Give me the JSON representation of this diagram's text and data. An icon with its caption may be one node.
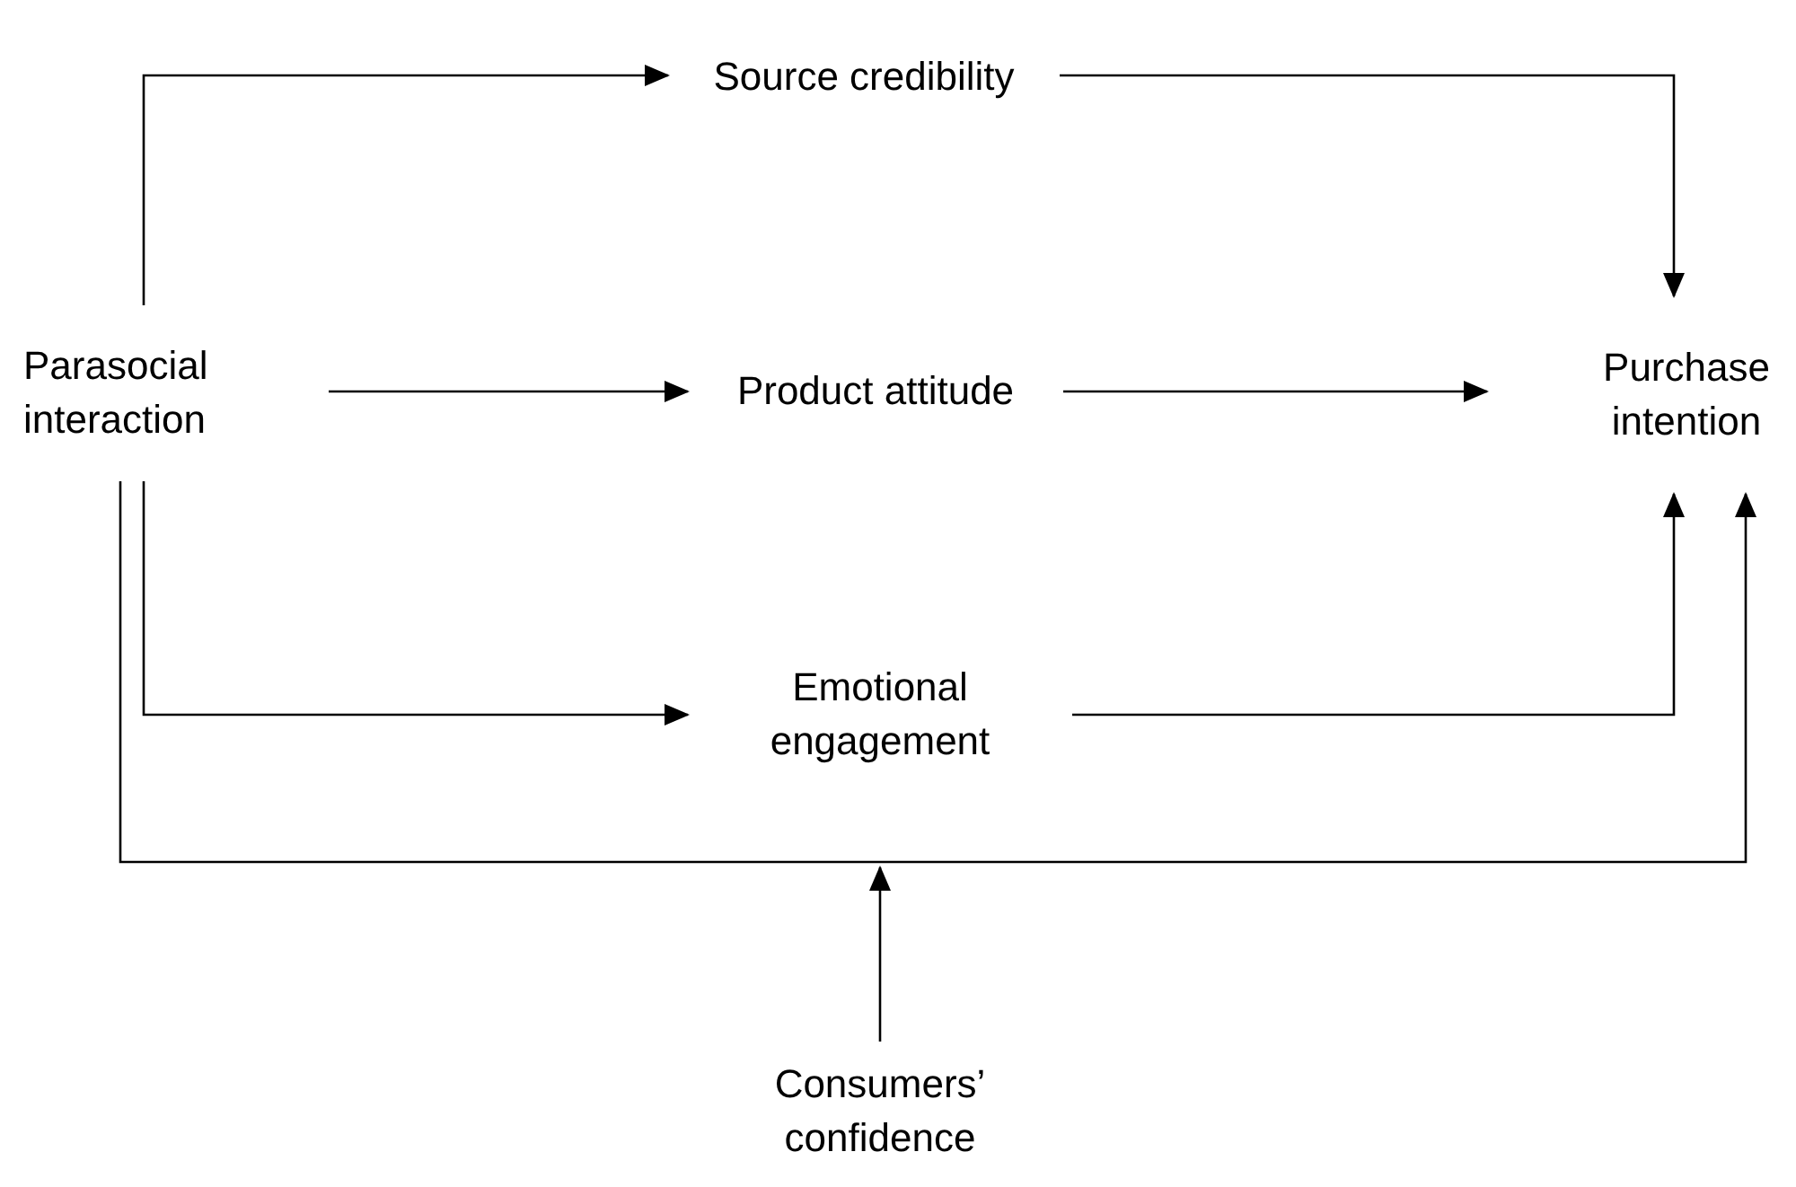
{
  "diagram": {
    "nodes": [
      {
        "text": [
          "Parasocial interaction"
        ]
      },
      {
        "text": [
          "Source credibility"
        ]
      },
      {
        "text": [
          "Product attitude"
        ]
      },
      {
        "text": [
          "Purchase intention"
        ]
      },
      {
        "text": [
          "Emotional engagement"
        ]
      },
      {
        "text": [
          "Consumers’ confidence"
        ]
      }
    ],
    "edges": [
      {
        "from": 0,
        "to": 1,
        "arrow": "to"
      },
      {
        "from": 1,
        "to": 3,
        "arrow": "to"
      },
      {
        "from": 0,
        "to": 2,
        "arrow": "to"
      },
      {
        "from": 2,
        "to": 3,
        "arrow": "to"
      },
      {
        "from": 0,
        "to": 4,
        "arrow": "to"
      },
      {
        "from": 4,
        "to": 3,
        "arrow": "to"
      },
      {
        "from": 0,
        "to": 3,
        "arrow": "to"
      },
      {
        "from": 5,
        "to": null,
        "arrow": "to"
      }
    ]
  }
}
